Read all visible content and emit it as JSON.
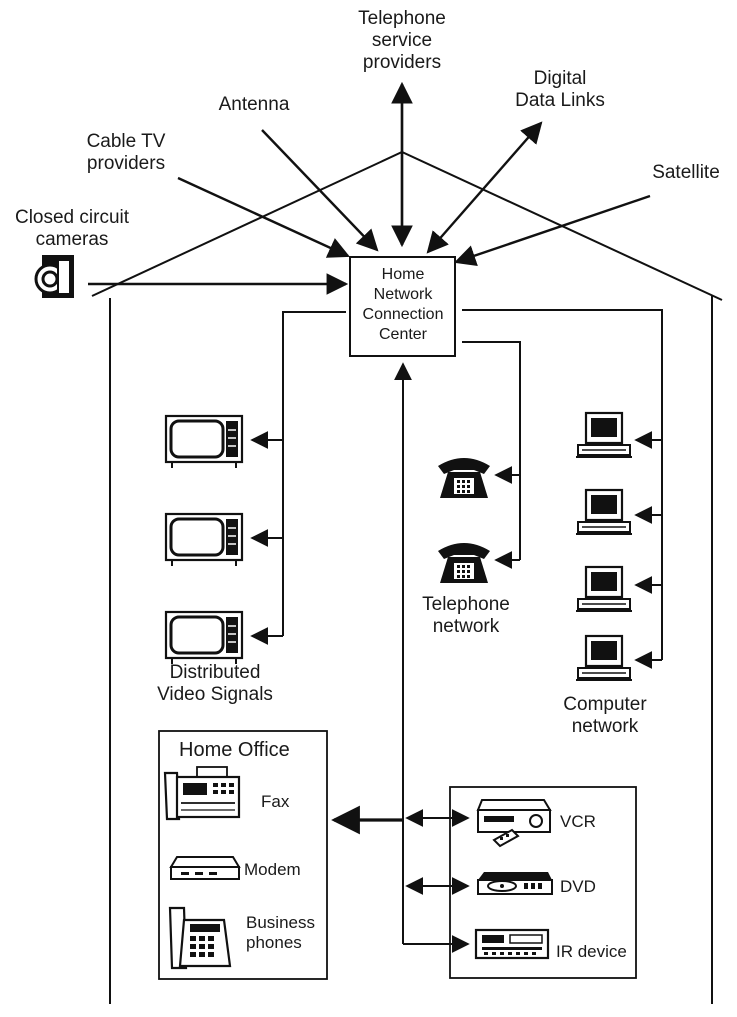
{
  "sources": {
    "telephone": [
      "Telephone",
      "service",
      "providers"
    ],
    "digital": [
      "Digital",
      "Data Links"
    ],
    "antenna": [
      "Antenna"
    ],
    "cable": [
      "Cable TV",
      "providers"
    ],
    "satellite": [
      "Satellite"
    ],
    "cameras": [
      "Closed circuit",
      "cameras"
    ]
  },
  "center": [
    "Home",
    "Network",
    "Connection",
    "Center"
  ],
  "networks": {
    "video": [
      "Distributed",
      "Video Signals"
    ],
    "telephone": [
      "Telephone",
      "network"
    ],
    "computer": [
      "Computer",
      "network"
    ]
  },
  "home_office": {
    "title": "Home Office",
    "fax": "Fax",
    "modem": "Modem",
    "business": [
      "Business",
      "phones"
    ]
  },
  "av_devices": {
    "vcr": "VCR",
    "dvd": "DVD",
    "ir": "IR device"
  }
}
